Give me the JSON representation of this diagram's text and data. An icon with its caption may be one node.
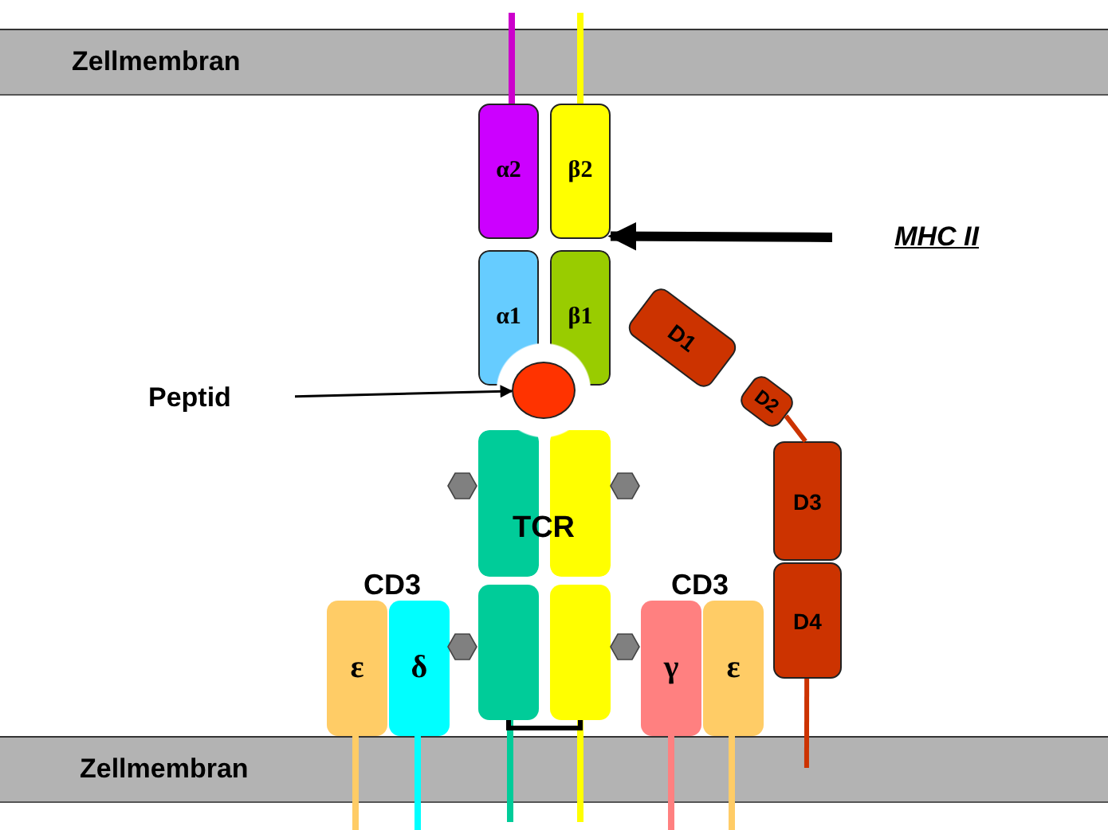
{
  "diagram": {
    "nodes": [
      {
        "text": [
          "Zellmembran"
        ]
      },
      {
        "text": [
          "α2"
        ]
      },
      {
        "text": [
          "β2"
        ]
      },
      {
        "text": [
          "MHC II"
        ]
      },
      {
        "text": [
          "α1"
        ]
      },
      {
        "text": [
          "β1"
        ]
      },
      {
        "text": [
          "D1"
        ]
      },
      {
        "text": [
          "Peptid"
        ]
      },
      {
        "text": [],
        "shape": "circle"
      },
      {
        "text": [
          "D2"
        ]
      },
      {
        "text": [],
        "shape": "box"
      },
      {
        "text": [],
        "shape": "box"
      },
      {
        "text": [
          "D3"
        ]
      },
      {
        "text": [
          "ε"
        ]
      },
      {
        "text": [
          "δ"
        ]
      },
      {
        "text": [],
        "shape": "box"
      },
      {
        "text": [],
        "shape": "box"
      },
      {
        "text": [
          "γ"
        ]
      },
      {
        "text": [
          "ε"
        ]
      },
      {
        "text": [
          "D4"
        ]
      },
      {
        "text": [
          "Zellmembran"
        ]
      }
    ],
    "edges": [
      {
        "from": 7,
        "to": 8,
        "arrow": "to"
      },
      {
        "from": 3,
        "to": 2,
        "arrow": "to",
        "style": "thick"
      },
      {
        "from": 9,
        "to": 12,
        "arrow": "none",
        "color": "#cc3300"
      },
      {
        "from": 19,
        "to": 20,
        "arrow": "none",
        "color": "#cc3300"
      },
      {
        "from": 15,
        "to": 16,
        "arrow": "none"
      }
    ],
    "labels": [
      "TCR",
      "CD3",
      "CD3"
    ]
  }
}
